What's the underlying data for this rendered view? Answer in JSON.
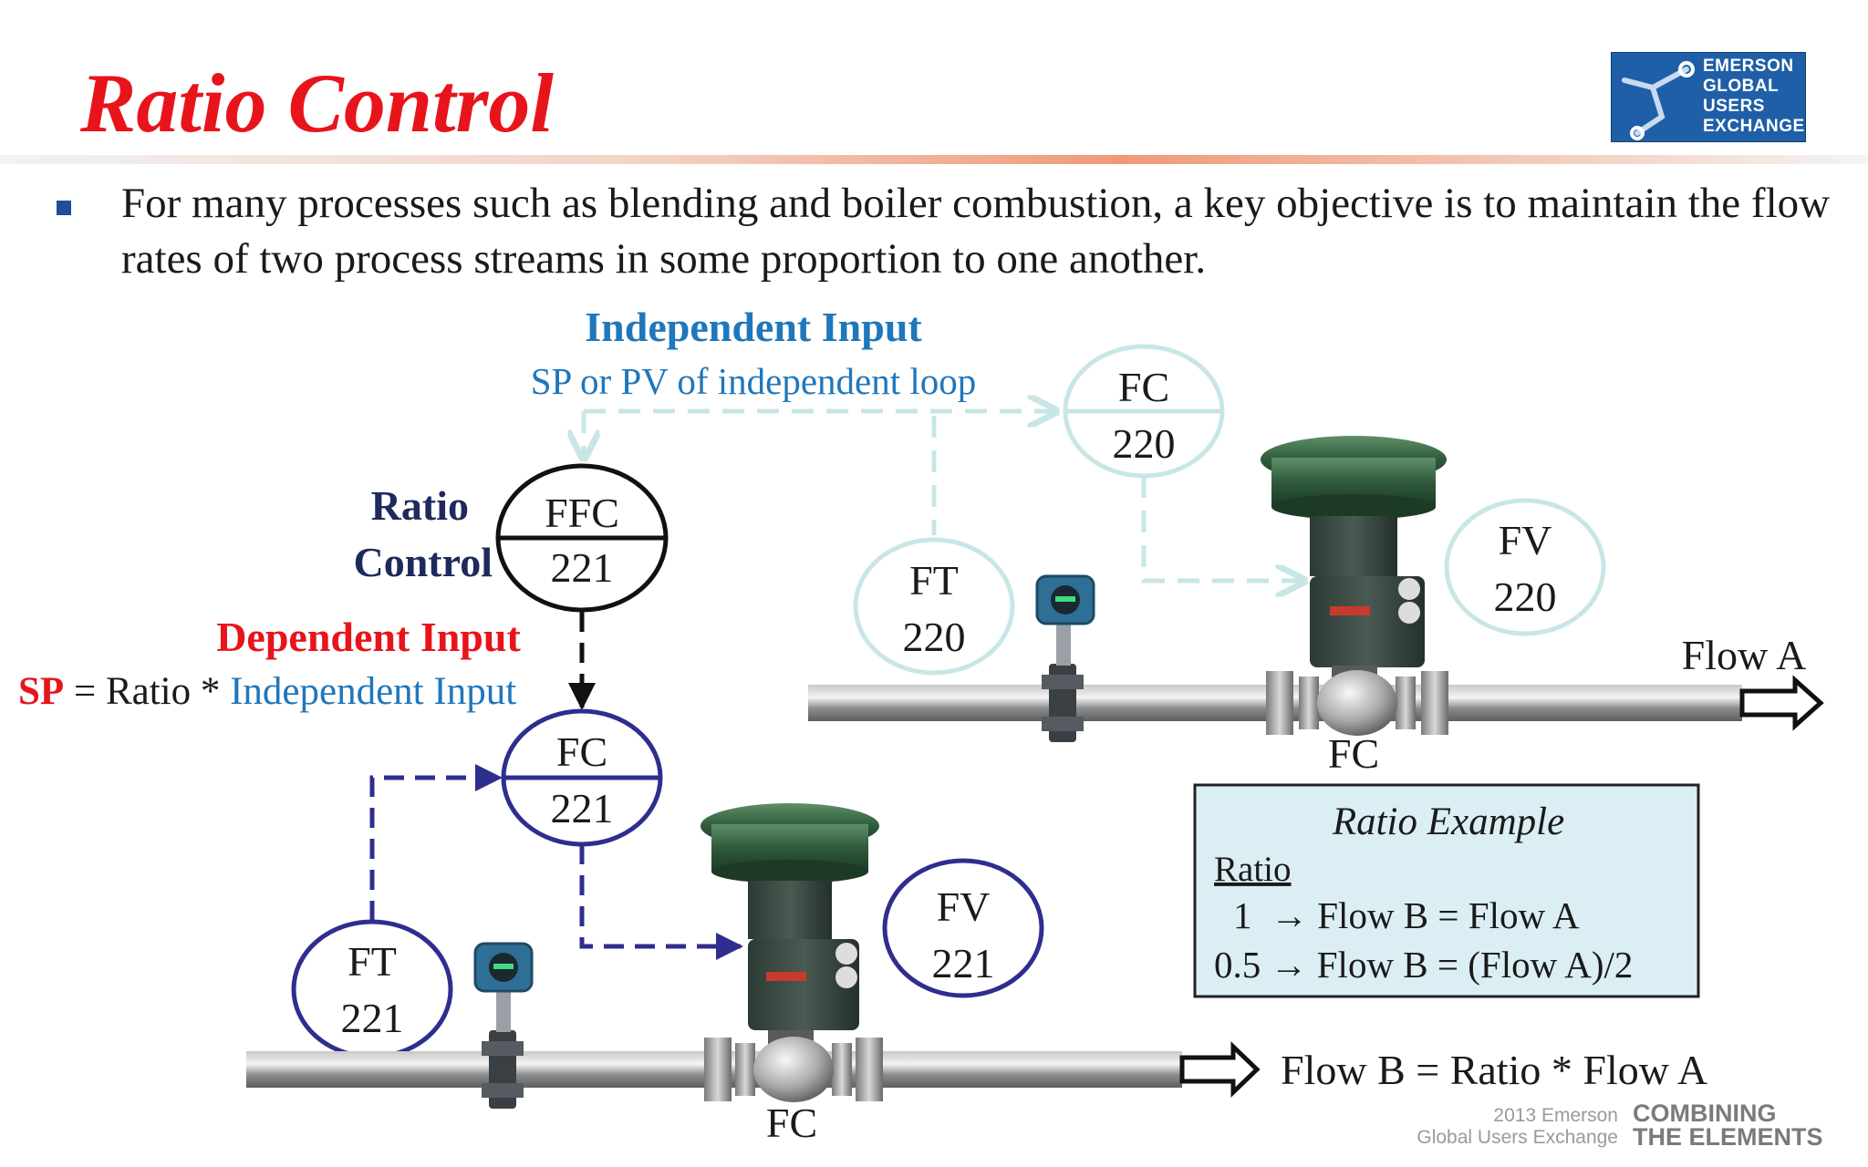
{
  "title": "Ratio Control",
  "logo": {
    "lines": [
      "EMERSON",
      "GLOBAL",
      "USERS",
      "EXCHANGE"
    ]
  },
  "bullet": "For many processes such as blending and boiler combustion, a key objective is to maintain the flow rates of two process streams in some proportion to one another.",
  "independent_input": {
    "heading": "Independent Input",
    "sub": "SP or PV of independent loop"
  },
  "ratio_label": {
    "line1": "Ratio",
    "line2": "Control"
  },
  "dependent_input": {
    "heading": "Dependent Input",
    "sp": "SP",
    "eq_mid": " = Ratio * ",
    "eq_end": "Independent Input"
  },
  "bubbles": {
    "ffc221": {
      "tag": "FFC",
      "num": "221"
    },
    "fc220": {
      "tag": "FC",
      "num": "220"
    },
    "ft220": {
      "tag": "FT",
      "num": "220"
    },
    "fv220": {
      "tag": "FV",
      "num": "220"
    },
    "fc221": {
      "tag": "FC",
      "num": "221"
    },
    "ft221": {
      "tag": "FT",
      "num": "221"
    },
    "fv221": {
      "tag": "FV",
      "num": "221"
    }
  },
  "valve_fc_label": "FC",
  "flow_a": "Flow A",
  "flow_b": "Flow B = Ratio * Flow A",
  "ratio_example": {
    "title": "Ratio Example",
    "header": "Ratio",
    "row1": "1  → Flow B = Flow A",
    "row2": "0.5 → Flow B = (Flow A)/2"
  },
  "footer": {
    "year_line": "2013 Emerson",
    "org_line": "Global Users Exchange",
    "slogan1": "COMBINING",
    "slogan2": "THE ELEMENTS"
  },
  "colors": {
    "title_red": "#e8141b",
    "independent_blue": "#1f77bc",
    "dependent_red": "#e8141b",
    "navy": "#2e2e8f",
    "light_teal": "#c9e6e6"
  }
}
